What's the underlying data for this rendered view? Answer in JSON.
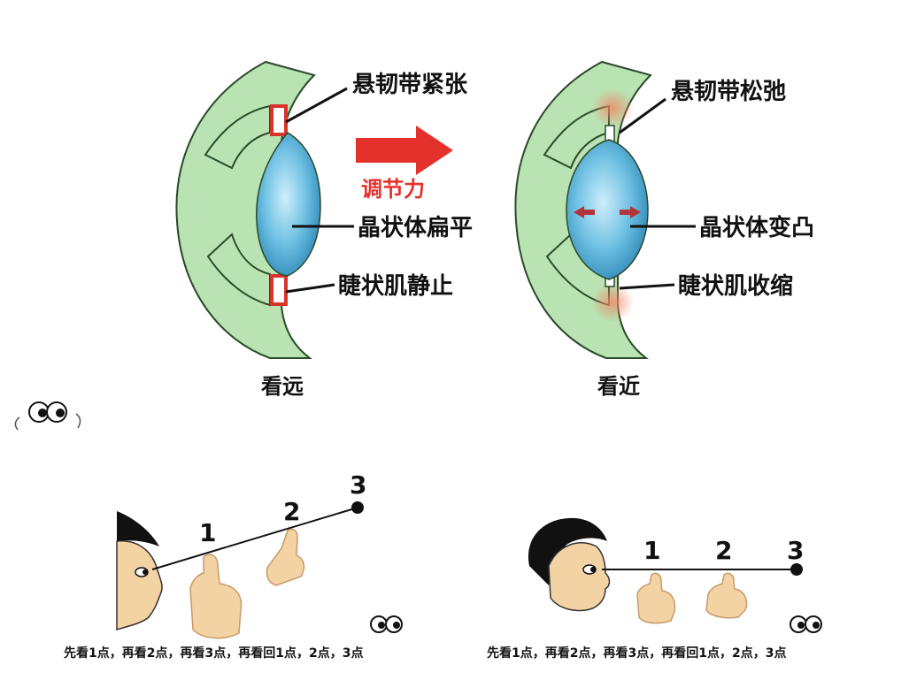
{
  "top": {
    "left_eye": {
      "label_zonule": "悬韧带紧张",
      "label_lens": "晶状体扁平",
      "label_muscle": "睫状肌静止",
      "caption": "看远"
    },
    "arrow_label": "调节力",
    "right_eye": {
      "label_zonule": "悬韧带松弛",
      "label_lens": "晶状体变凸",
      "label_muscle": "睫状肌收缩",
      "caption": "看近"
    }
  },
  "bottom": {
    "left_panel": {
      "points": [
        "1",
        "2",
        "3"
      ],
      "caption": "先看1点，再看2点，再看3点，再看回1点，2点，3点"
    },
    "right_panel": {
      "points": [
        "1",
        "2",
        "3"
      ],
      "caption": "先看1点，再看2点，再看3点，再看回1点，2点，3点"
    }
  },
  "colors": {
    "sclera_green": "#b9e3b3",
    "outline": "#2c4a2a",
    "lens_blue": "#6fc1e3",
    "muscle_red": "#d9342b",
    "arrow_red": "#e5312b",
    "skin": "#f3d2a4",
    "hair": "#111111"
  }
}
